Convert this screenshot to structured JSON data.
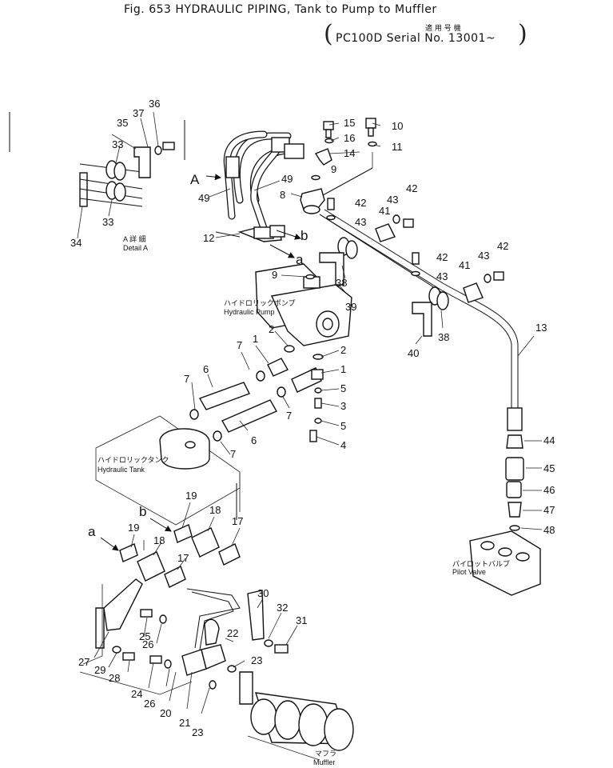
{
  "header": {
    "title": "Fig. 653 HYDRAULIC PIPING, Tank to Pump to Muffler",
    "model_jp": "適 用 号 機",
    "model": "PC100D Serial No. 13001~"
  },
  "labels": {
    "detail_a_jp": "A 詳 細",
    "detail_a": "Detail A",
    "pump_jp": "ハイドロリックポンプ",
    "pump": "Hydraulic Pump",
    "tank_jp": "ハイドロリックタンク",
    "tank": "Hydraulic Tank",
    "valve_jp": "パイロットバルブ",
    "valve": "Pilot Valve",
    "muffler_jp": "マフラ",
    "muffler": "Muffler",
    "arrow_a": "A",
    "letter_a": "a",
    "letter_b": "b"
  },
  "callouts": {
    "n1": "1",
    "n2": "2",
    "n3": "3",
    "n4": "4",
    "n5": "5",
    "n6": "6",
    "n7": "7",
    "n8": "8",
    "n9": "9",
    "n10": "10",
    "n11": "11",
    "n12": "12",
    "n13": "13",
    "n14": "14",
    "n15": "15",
    "n16": "16",
    "n17": "17",
    "n18": "18",
    "n19": "19",
    "n20": "20",
    "n21": "21",
    "n22": "22",
    "n23": "23",
    "n24": "24",
    "n25": "25",
    "n26": "26",
    "n27": "27",
    "n28": "28",
    "n29": "29",
    "n30": "30",
    "n31": "31",
    "n32": "32",
    "n33": "33",
    "n34": "34",
    "n35": "35",
    "n36": "36",
    "n37": "37",
    "n38": "38",
    "n39": "39",
    "n40": "40",
    "n41": "41",
    "n42": "42",
    "n43": "43",
    "n44": "44",
    "n45": "45",
    "n46": "46",
    "n47": "47",
    "n48": "48",
    "n49": "49"
  }
}
